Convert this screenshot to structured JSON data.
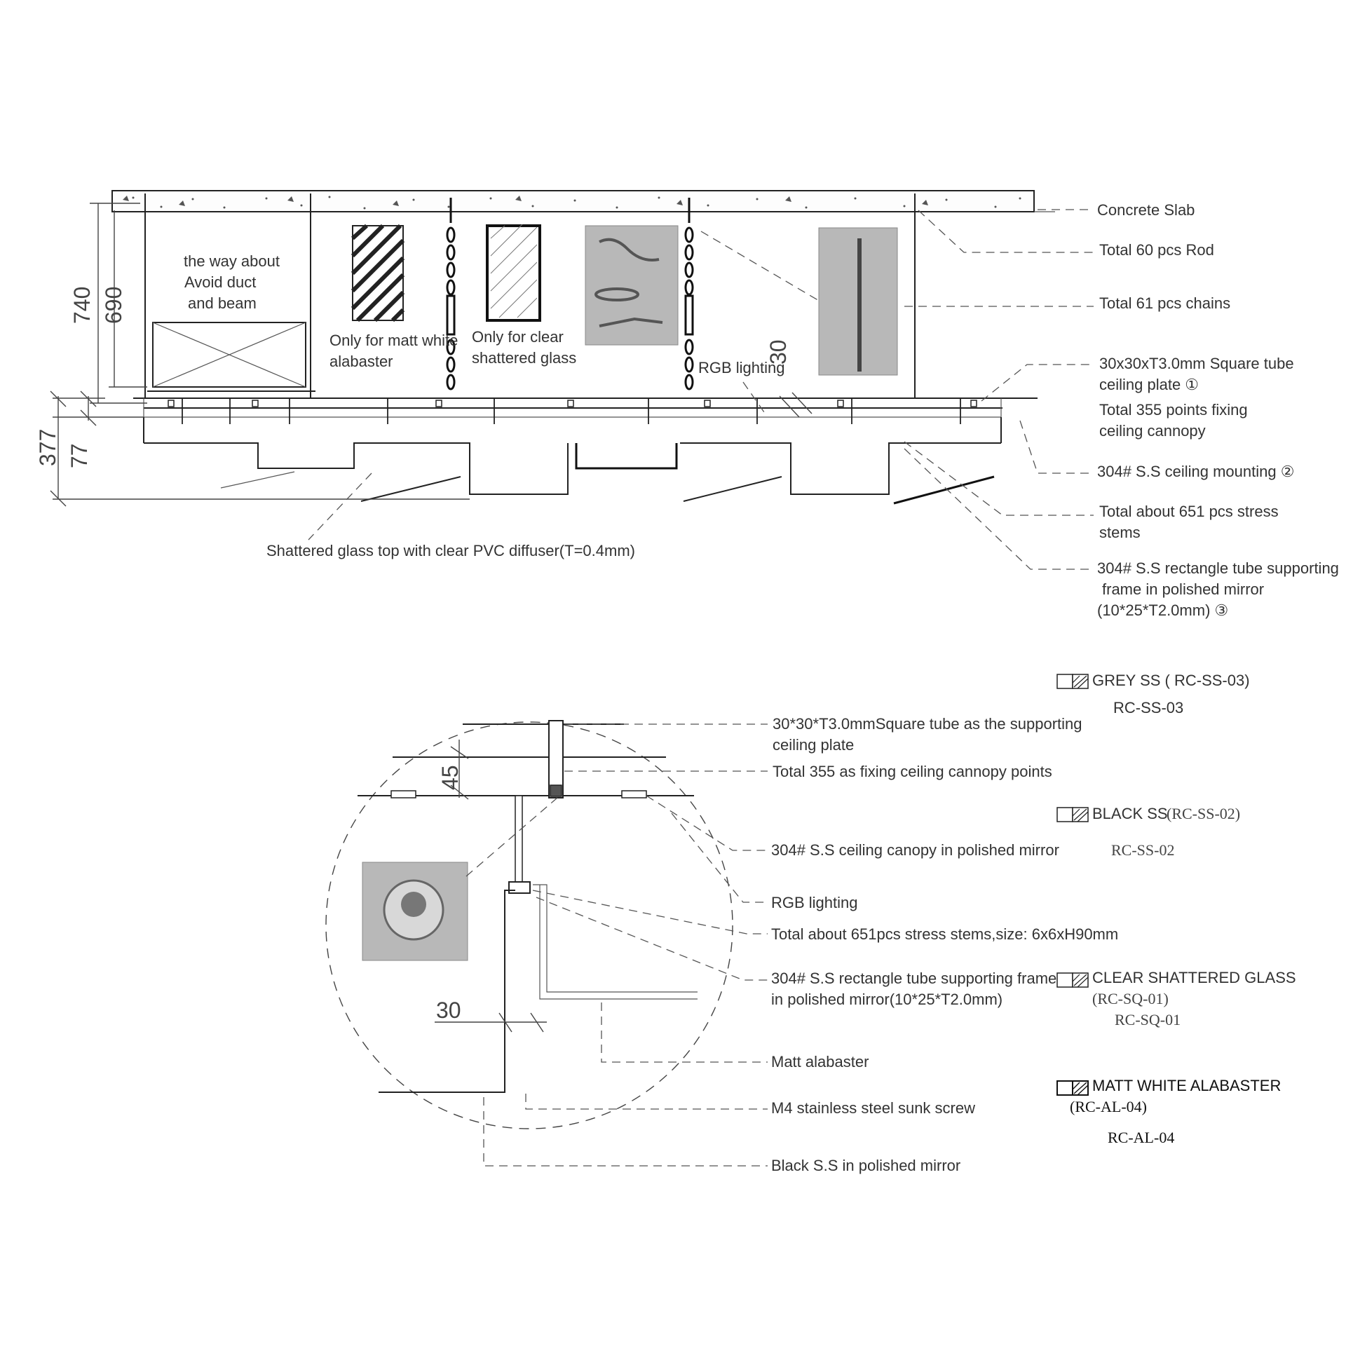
{
  "section": {
    "dim_740": "740",
    "dim_690": "690",
    "dim_377": "377",
    "dim_77": "77",
    "dim_30": "30",
    "note_duct": [
      "the way about",
      "Avoid duct",
      "and beam"
    ],
    "note_matt": [
      "Only for matt white",
      "alabaster"
    ],
    "note_clear": [
      "Only for clear",
      "shattered  glass"
    ],
    "rgb": "RGB lighting",
    "bottom_note": "Shattered glass top with clear PVC diffuser(T=0.4mm)",
    "callouts": [
      "Concrete Slab",
      "Total 60 pcs Rod",
      "Total 61 pcs chains",
      "30x30xT3.0mm Square tube",
      "ceiling plate ①",
      "Total 355 points fixing",
      "ceiling cannopy",
      "304# S.S ceiling mounting ②",
      "Total about 651 pcs stress",
      "stems",
      "304# S.S rectangle tube  supporting",
      "frame in polished mirror",
      "(10*25*T2.0mm) ③"
    ]
  },
  "detail": {
    "dim_45": "45",
    "dim_30": "30",
    "callouts": [
      "30*30*T3.0mmSquare tube as the supporting",
      "ceiling plate",
      "Total 355  as fixing ceiling cannopy points",
      "304# S.S ceiling canopy in polished mirror",
      "RGB lighting",
      "Total about 651pcs stress stems,size: 6x6xH90mm",
      "304# S.S rectangle tube  supporting frame",
      " in polished mirror(10*25*T2.0mm)",
      "Matt alabaster",
      "M4 stainless steel sunk screw",
      "Black S.S in polished mirror"
    ]
  },
  "legend": [
    {
      "title": "GREY SS ( RC-SS-03)",
      "sub": "",
      "code": "RC-SS-03"
    },
    {
      "title": "BLACK SS",
      "sub": "(RC-SS-02)",
      "code": "RC-SS-02"
    },
    {
      "title": "CLEAR  SHATTERED GLASS",
      "sub": "(RC-SQ-01)",
      "code": "RC-SQ-01"
    },
    {
      "title": "MATT WHITE ALABASTER",
      "sub": "(RC-AL-04)",
      "code": "RC-AL-04"
    }
  ]
}
